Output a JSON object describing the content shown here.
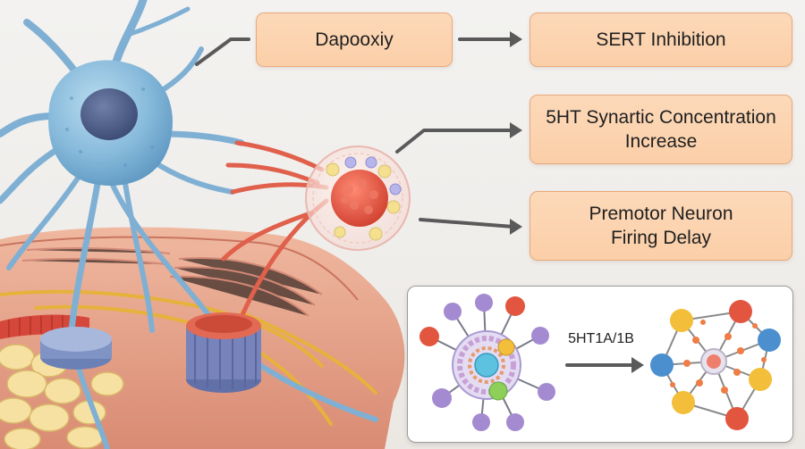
{
  "flow": {
    "drug_label": "Dapooxiy",
    "sert_label": "SERT Inhibition",
    "serotonin_label_line1": "5HT Synartic Concentration",
    "serotonin_label_line2": "Increase",
    "premotor_label_line1": "Premotor Neuron",
    "premotor_label_line2": "Firing Delay"
  },
  "inset_panel": {
    "receptor_label": "5HT1A/1B"
  },
  "colors": {
    "box_fill": "#fbcfa8",
    "box_border": "#e8a87c",
    "arrow": "#5a5a5a",
    "neuron_blue": "#8fbedb",
    "nucleus": "#4a5c86",
    "vesicle_red": "#e05a48",
    "tissue": "#e8a58c"
  }
}
